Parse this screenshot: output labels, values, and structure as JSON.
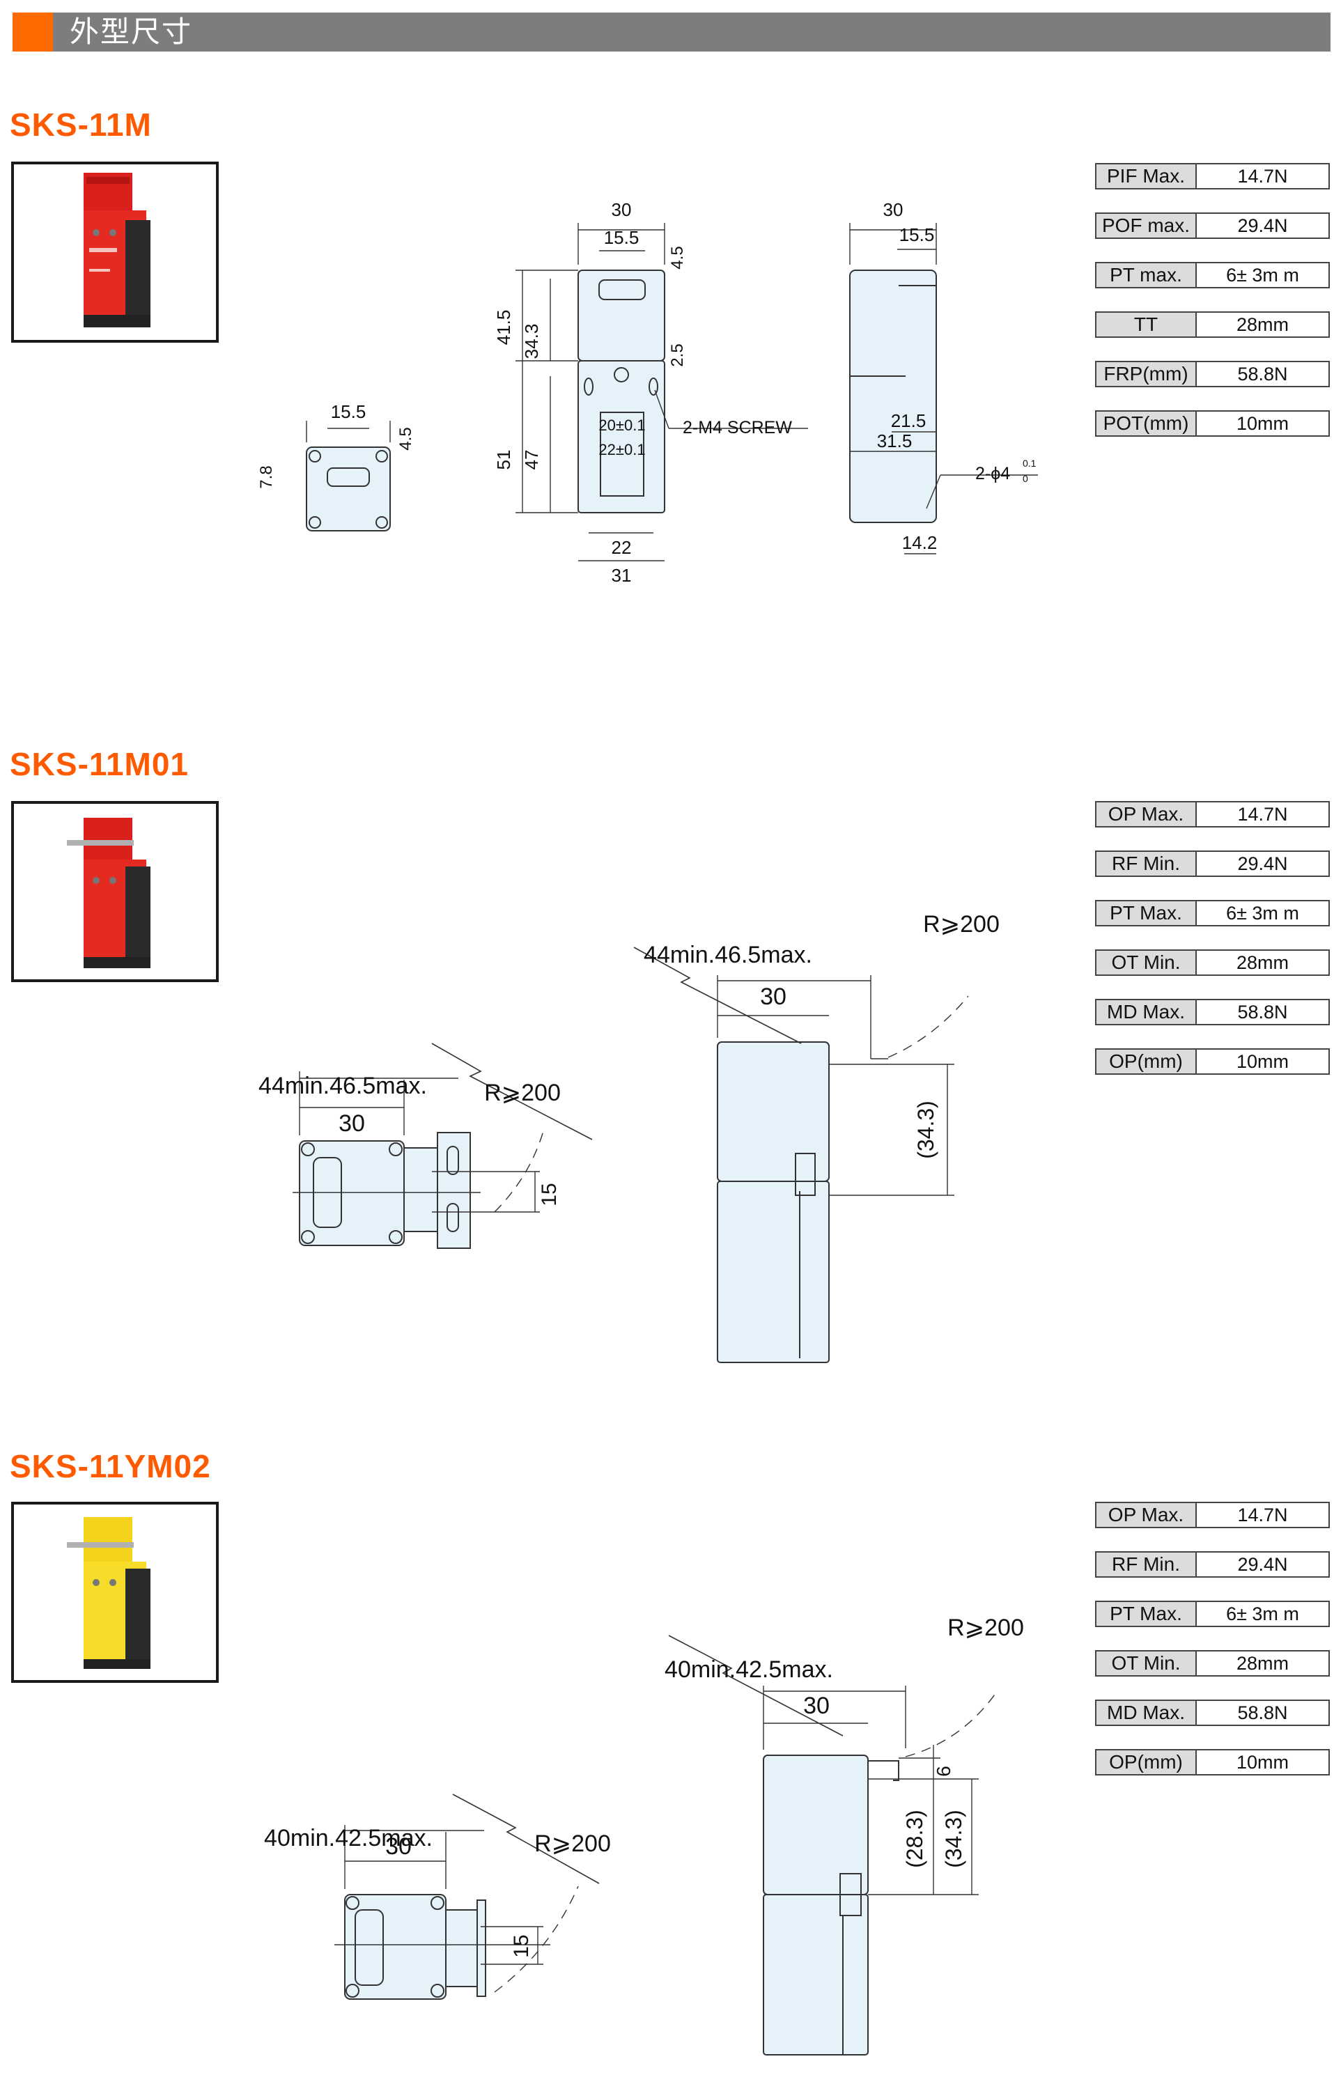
{
  "header": {
    "title": "外型尺寸"
  },
  "sections": [
    {
      "model": "SKS-11M",
      "specs": [
        {
          "label": "PIF Max.",
          "value": "14.7N"
        },
        {
          "label": "POF max.",
          "value": "29.4N"
        },
        {
          "label": "PT max.",
          "value": "6± 3m m"
        },
        {
          "label": "TT",
          "value": "28mm"
        },
        {
          "label": "FRP(mm)",
          "value": "58.8N"
        },
        {
          "label": "POT(mm)",
          "value": "10mm"
        }
      ],
      "dims": {
        "d30a": "30",
        "d15_5a": "15.5",
        "d4_5a": "4.5",
        "d41_5": "41.5",
        "d34_3": "34.3",
        "d2_5": "2.5",
        "d51": "51",
        "d47": "47",
        "d20": "20±0.1",
        "d22b": "22±0.1",
        "screw": "2-M4 SCREW",
        "d22": "22",
        "d31": "31",
        "d30b": "30",
        "d15_5b": "15.5",
        "d21_5": "21.5",
        "d31_5": "31.5",
        "hole": "2-ϕ4",
        "hole_tol_up": "0.1",
        "hole_tol_dn": "0",
        "d14_2": "14.2",
        "d15_5c": "15.5",
        "d4_5c": "4.5",
        "d7_8": "7.8"
      }
    },
    {
      "model": "SKS-11M01",
      "specs": [
        {
          "label": "OP Max.",
          "value": "14.7N"
        },
        {
          "label": "RF Min.",
          "value": "29.4N"
        },
        {
          "label": "PT Max.",
          "value": "6± 3m m"
        },
        {
          "label": "OT Min.",
          "value": "28mm"
        },
        {
          "label": "MD Max.",
          "value": "58.8N"
        },
        {
          "label": "OP(mm)",
          "value": "10mm"
        }
      ],
      "dims": {
        "left_range": "44min.46.5max.",
        "left_30": "30",
        "left_r": "R⩾200",
        "left_15": "15",
        "right_range": "44min.46.5max.",
        "right_30": "30",
        "right_r": "R⩾200",
        "right_34_3": "(34.3)"
      }
    },
    {
      "model": "SKS-11YM02",
      "specs": [
        {
          "label": "OP Max.",
          "value": "14.7N"
        },
        {
          "label": "RF Min.",
          "value": "29.4N"
        },
        {
          "label": "PT Max.",
          "value": "6± 3m m"
        },
        {
          "label": "OT Min.",
          "value": "28mm"
        },
        {
          "label": "MD Max.",
          "value": "58.8N"
        },
        {
          "label": "OP(mm)",
          "value": "10mm"
        }
      ],
      "dims": {
        "left_range": "40min.42.5max.",
        "left_30": "30",
        "left_r": "R⩾200",
        "left_15": "15",
        "right_range": "40min.42.5max.",
        "right_30": "30",
        "right_r": "R⩾200",
        "right_6": "6",
        "right_28_3": "(28.3)",
        "right_34_3": "(34.3)"
      }
    }
  ]
}
